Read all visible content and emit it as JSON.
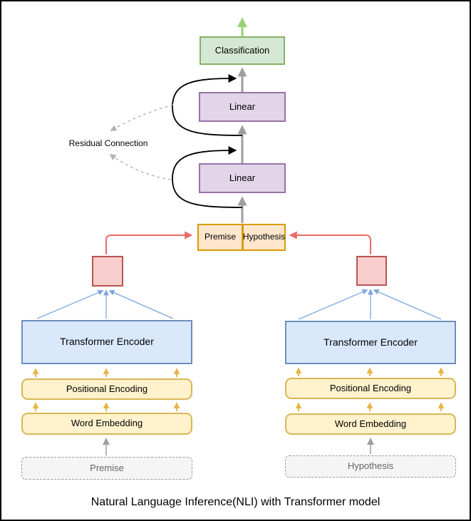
{
  "caption": {
    "text": "Natural Language Inference(NLI) with Transformer model"
  },
  "annotations": {
    "residual": "Residual Connection"
  },
  "nodes": {
    "classification": {
      "label": "Classification"
    },
    "linear_top": {
      "label": "Linear"
    },
    "linear_bottom": {
      "label": "Linear"
    },
    "concat": {
      "premise": "Premise",
      "hypothesis": "Hypothesis"
    }
  },
  "branches": {
    "left": {
      "encoder": "Transformer Encoder",
      "positional_encoding": "Positional Encoding",
      "word_embedding": "Word Embedding",
      "input": "Premise"
    },
    "right": {
      "encoder": "Transformer Encoder",
      "positional_encoding": "Positional Encoding",
      "word_embedding": "Word Embedding",
      "input": "Hypothesis"
    }
  },
  "colors": {
    "canvas_bg": "#ffffff",
    "border": "#000000",
    "green_fill": "#d5e8d4",
    "green_stroke": "#82b366",
    "purple_fill": "#e1d5e7",
    "purple_stroke": "#9673a6",
    "orange_fill": "#ffe6cc",
    "orange_stroke": "#d79b00",
    "red_fill": "#f8cecc",
    "red_stroke": "#b85450",
    "blue_fill": "#dae8fc",
    "blue_stroke": "#6c8ebf",
    "yellow_fill": "#fff2cc",
    "yellow_stroke": "#d6b656",
    "input_fill": "#f5f5f5",
    "input_stroke": "#999999",
    "arrow_green": "#97d077",
    "arrow_gray": "#9e9e9e",
    "arrow_black": "#000000",
    "arrow_red": "#ea6b66",
    "arrow_blue": "#7ea6e0",
    "arrow_yellow": "#e8b54a",
    "arrow_dashed_gray": "#b3b3b3",
    "input_text": "#666666"
  }
}
